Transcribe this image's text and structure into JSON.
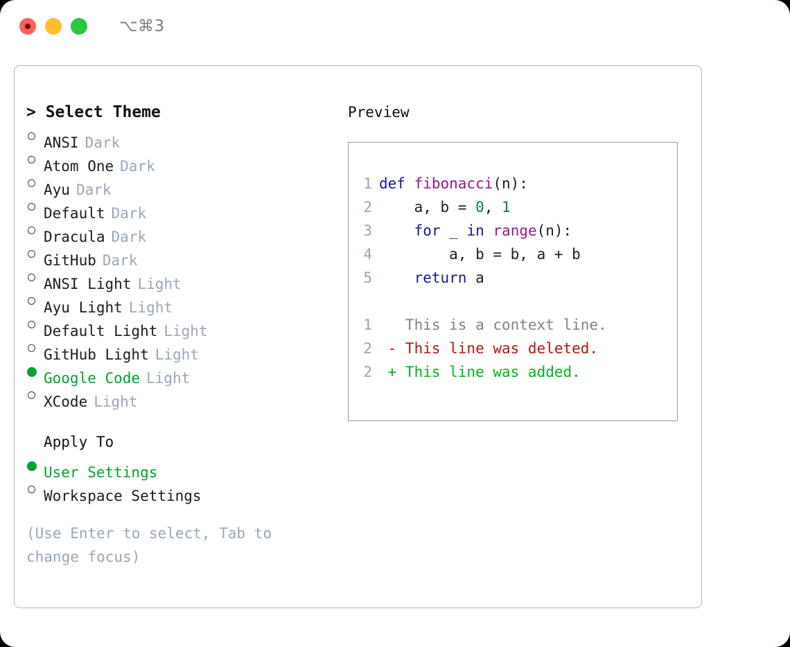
{
  "titlebar": {
    "shortcut": "⌥⌘3",
    "buttons": [
      "close",
      "minimize",
      "maximize"
    ]
  },
  "theme_picker": {
    "heading": "> Select Theme",
    "items": [
      {
        "name": "ANSI",
        "variant": "Dark",
        "selected": false
      },
      {
        "name": "Atom One",
        "variant": "Dark",
        "selected": false
      },
      {
        "name": "Ayu",
        "variant": "Dark",
        "selected": false
      },
      {
        "name": "Default",
        "variant": "Dark",
        "selected": false
      },
      {
        "name": "Dracula",
        "variant": "Dark",
        "selected": false
      },
      {
        "name": "GitHub",
        "variant": "Dark",
        "selected": false
      },
      {
        "name": "ANSI Light",
        "variant": "Light",
        "selected": false
      },
      {
        "name": "Ayu Light",
        "variant": "Light",
        "selected": false
      },
      {
        "name": "Default Light",
        "variant": "Light",
        "selected": false
      },
      {
        "name": "GitHub Light",
        "variant": "Light",
        "selected": false
      },
      {
        "name": "Google Code",
        "variant": "Light",
        "selected": true
      },
      {
        "name": "XCode",
        "variant": "Light",
        "selected": false
      }
    ]
  },
  "apply_to": {
    "heading": "Apply To",
    "items": [
      {
        "name": "User Settings",
        "selected": true
      },
      {
        "name": "Workspace Settings",
        "selected": false
      }
    ]
  },
  "hint": "(Use Enter to select, Tab to change focus)",
  "preview": {
    "title": "Preview",
    "code_lines": [
      {
        "no": "1",
        "tokens": [
          {
            "t": "def ",
            "c": "kw"
          },
          {
            "t": "fibonacci",
            "c": "fn"
          },
          {
            "t": "(n):",
            "c": "pl"
          }
        ]
      },
      {
        "no": "2",
        "tokens": [
          {
            "t": "    a, b = ",
            "c": "pl"
          },
          {
            "t": "0",
            "c": "num"
          },
          {
            "t": ", ",
            "c": "pl"
          },
          {
            "t": "1",
            "c": "num"
          }
        ]
      },
      {
        "no": "3",
        "tokens": [
          {
            "t": "    ",
            "c": "pl"
          },
          {
            "t": "for",
            "c": "kw"
          },
          {
            "t": " _ ",
            "c": "pl"
          },
          {
            "t": "in",
            "c": "kw"
          },
          {
            "t": " ",
            "c": "pl"
          },
          {
            "t": "range",
            "c": "fn"
          },
          {
            "t": "(n):",
            "c": "pl"
          }
        ]
      },
      {
        "no": "4",
        "tokens": [
          {
            "t": "        a, b = b, a + b",
            "c": "pl"
          }
        ]
      },
      {
        "no": "5",
        "tokens": [
          {
            "t": "    ",
            "c": "pl"
          },
          {
            "t": "return",
            "c": "kw"
          },
          {
            "t": " a",
            "c": "pl"
          }
        ]
      }
    ],
    "diff_lines": [
      {
        "no": "1",
        "tokens": [
          {
            "t": "   This is a context line.",
            "c": "ctx"
          }
        ]
      },
      {
        "no": "2",
        "tokens": [
          {
            "t": " - This line was deleted.",
            "c": "del"
          }
        ]
      },
      {
        "no": "2",
        "tokens": [
          {
            "t": " + This line was added.",
            "c": "add"
          }
        ]
      }
    ]
  },
  "colors": {
    "accent_green": "#00a32e",
    "muted_blue_gray": "#9aa7b8",
    "border": "#aeb9c6",
    "preview_border": "#8e9cad",
    "keyword": "#1a1a8c",
    "function": "#99158f",
    "number": "#0b7370",
    "diff_added": "#00b317",
    "diff_deleted": "#b81414",
    "diff_context": "#838383"
  }
}
